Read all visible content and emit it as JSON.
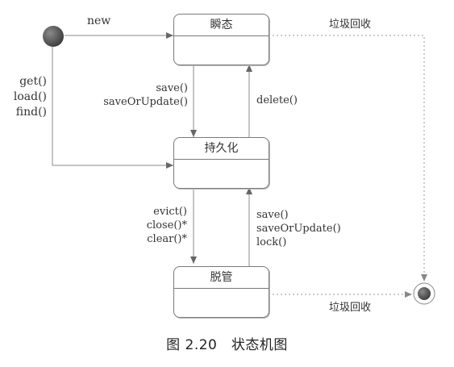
{
  "states": {
    "transient": "瞬态",
    "persistent": "持久化",
    "detached": "脱管"
  },
  "transitions": {
    "new": "new",
    "load_methods": [
      "get()",
      "load()",
      "find()"
    ],
    "transient_to_persistent": [
      "save()",
      "saveOrUpdate()"
    ],
    "persistent_to_transient": "delete()",
    "persistent_to_detached": [
      "evict()",
      "close()*",
      "clear()*"
    ],
    "detached_to_persistent": [
      "save()",
      "saveOrUpdate()",
      "lock()"
    ],
    "gc_top": "垃圾回收",
    "gc_bottom": "垃圾回收"
  },
  "caption": "图 2.20　状态机图"
}
